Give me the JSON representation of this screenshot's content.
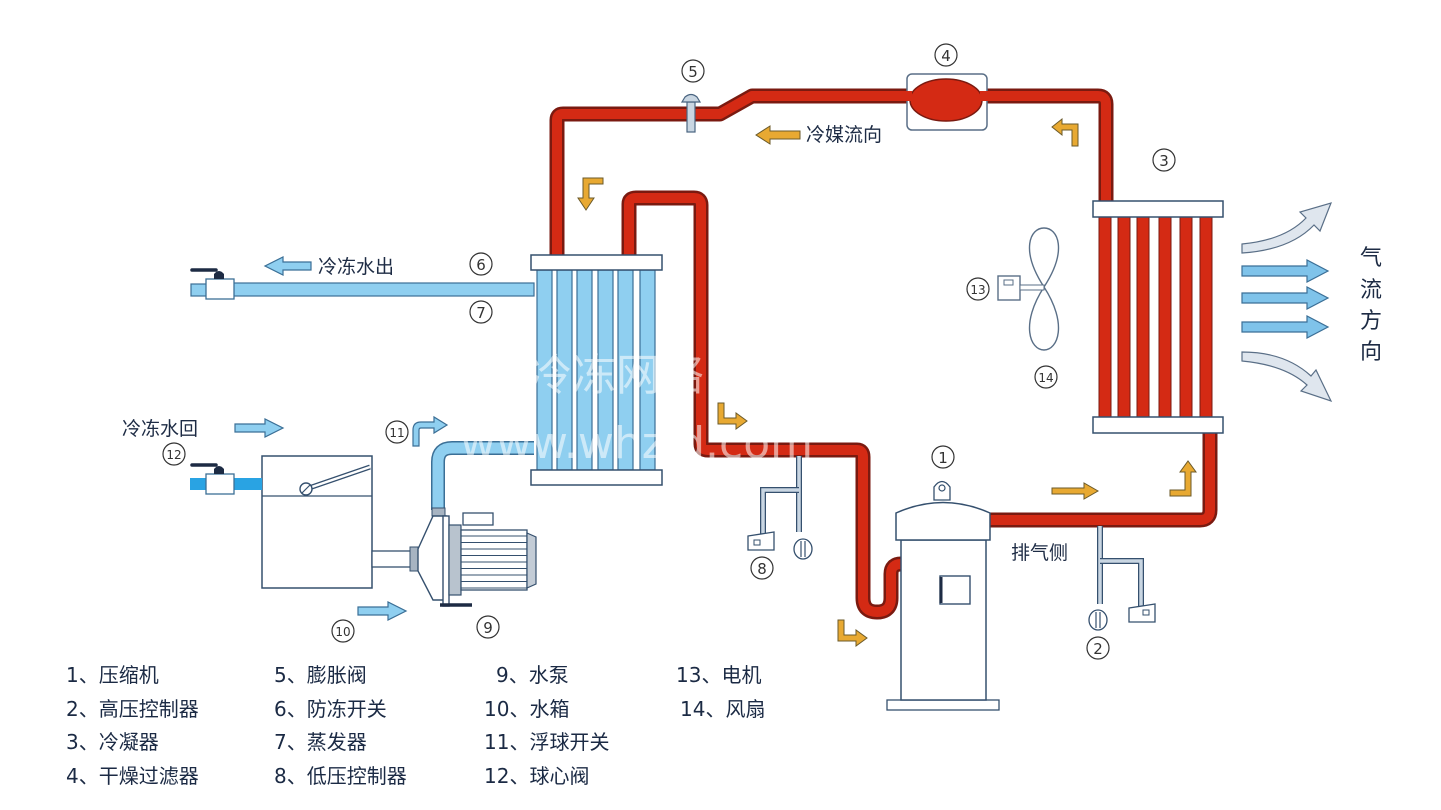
{
  "title": "冷水机工作原理示意图",
  "labels": {
    "chilled_water_out": "冷冻水出",
    "chilled_water_return": "冷冻水回",
    "refrigerant_flow": "冷媒流向",
    "discharge_side": "排气侧",
    "airflow_direction": [
      "气",
      "流",
      "方",
      "向"
    ]
  },
  "callouts": {
    "c1": "1",
    "c2": "2",
    "c3": "3",
    "c4": "4",
    "c5": "5",
    "c6": "6",
    "c7": "7",
    "c8": "8",
    "c9": "9",
    "c10": "10",
    "c11": "11",
    "c12": "12",
    "c13": "13",
    "c14": "14"
  },
  "legend": [
    {
      "num": "1",
      "text": "1、压缩机"
    },
    {
      "num": "2",
      "text": "2、高压控制器"
    },
    {
      "num": "3",
      "text": "3、冷凝器"
    },
    {
      "num": "4",
      "text": "4、干燥过滤器"
    },
    {
      "num": "5",
      "text": "5、膨胀阀"
    },
    {
      "num": "6",
      "text": "6、防冻开关"
    },
    {
      "num": "7",
      "text": "7、蒸发器"
    },
    {
      "num": "8",
      "text": "8、低压控制器"
    },
    {
      "num": "9",
      "text": "9、水泵"
    },
    {
      "num": "10",
      "text": "10、水箱"
    },
    {
      "num": "11",
      "text": "11、浮球开关"
    },
    {
      "num": "12",
      "text": "12、球心阀"
    },
    {
      "num": "13",
      "text": "13、电机"
    },
    {
      "num": "14",
      "text": "14、风扇"
    }
  ],
  "watermark": {
    "line1": "冷冻网络",
    "line2": "www.whzld.com"
  },
  "colors": {
    "refrigerant_pipe": "#d42a14",
    "pipe_outline": "#7a1a10",
    "water_pipe": "#8fcff0",
    "water_outline": "#3b6f96",
    "flow_arrow": "#e8a932",
    "outline": "#35506e",
    "air_arrow_light": "#dfe6ee"
  }
}
